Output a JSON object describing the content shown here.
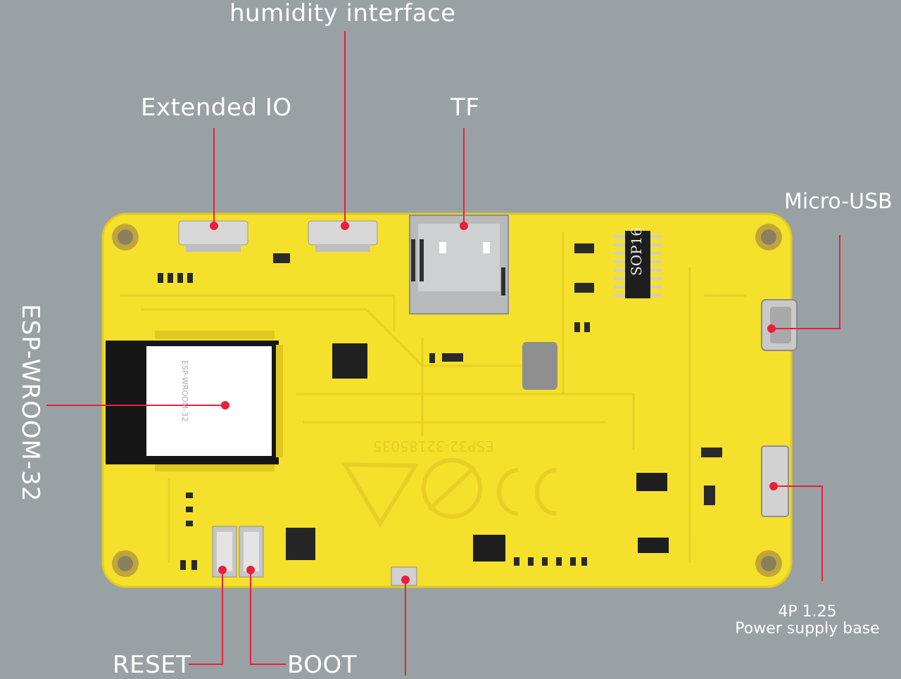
{
  "labels": {
    "humidity": "humidity interface",
    "extended_io": "Extended IO",
    "tf": "TF",
    "micro_usb": "Micro-USB",
    "esp_module": "ESP-WROOM-32",
    "reset": "RESET",
    "boot": "BOOT",
    "power_line1": "4P 1.25",
    "power_line2": "Power supply base"
  },
  "board": {
    "chip_marking": "SOP16",
    "silkscreen": "ESP32-32185035",
    "module_marking": "ESP-WROOM-32"
  },
  "colors": {
    "background": "#9aa1a5",
    "pcb": "#f5e12c",
    "pointer": "#e8203a"
  }
}
